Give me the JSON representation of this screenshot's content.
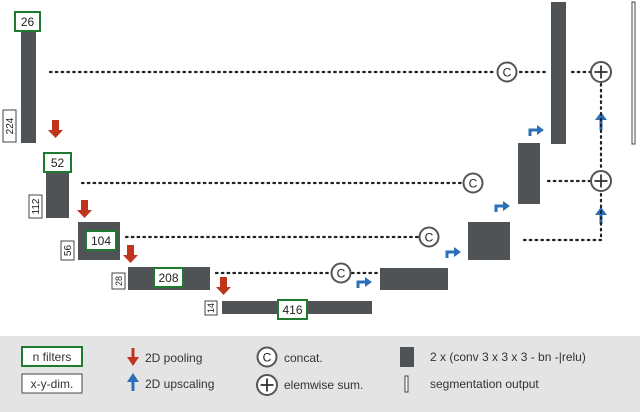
{
  "encoder": {
    "filters": [
      "26",
      "52",
      "104",
      "208",
      "416"
    ],
    "dims": [
      "224",
      "112",
      "56",
      "28",
      "14"
    ]
  },
  "concat_symbol": "C",
  "legend": {
    "filters_label": "n filters",
    "dim_label": "x-y-dim.",
    "pooling_label": "2D pooling",
    "upscaling_label": "2D upscaling",
    "concat_label": "concat.",
    "elemwise_label": "elemwise sum.",
    "block_label": "2 x (conv 3 x 3 x 3 - bn -|relu)",
    "seg_label": "segmentation output"
  },
  "colors": {
    "block": "#505355",
    "filter_border": "#1e7a2e",
    "pool_arrow": "#c0341d",
    "upscale_arrow": "#2b6fb8",
    "legend_bg": "#e4e4e4",
    "connector": "#222222",
    "symbol_stroke": "#555555"
  }
}
